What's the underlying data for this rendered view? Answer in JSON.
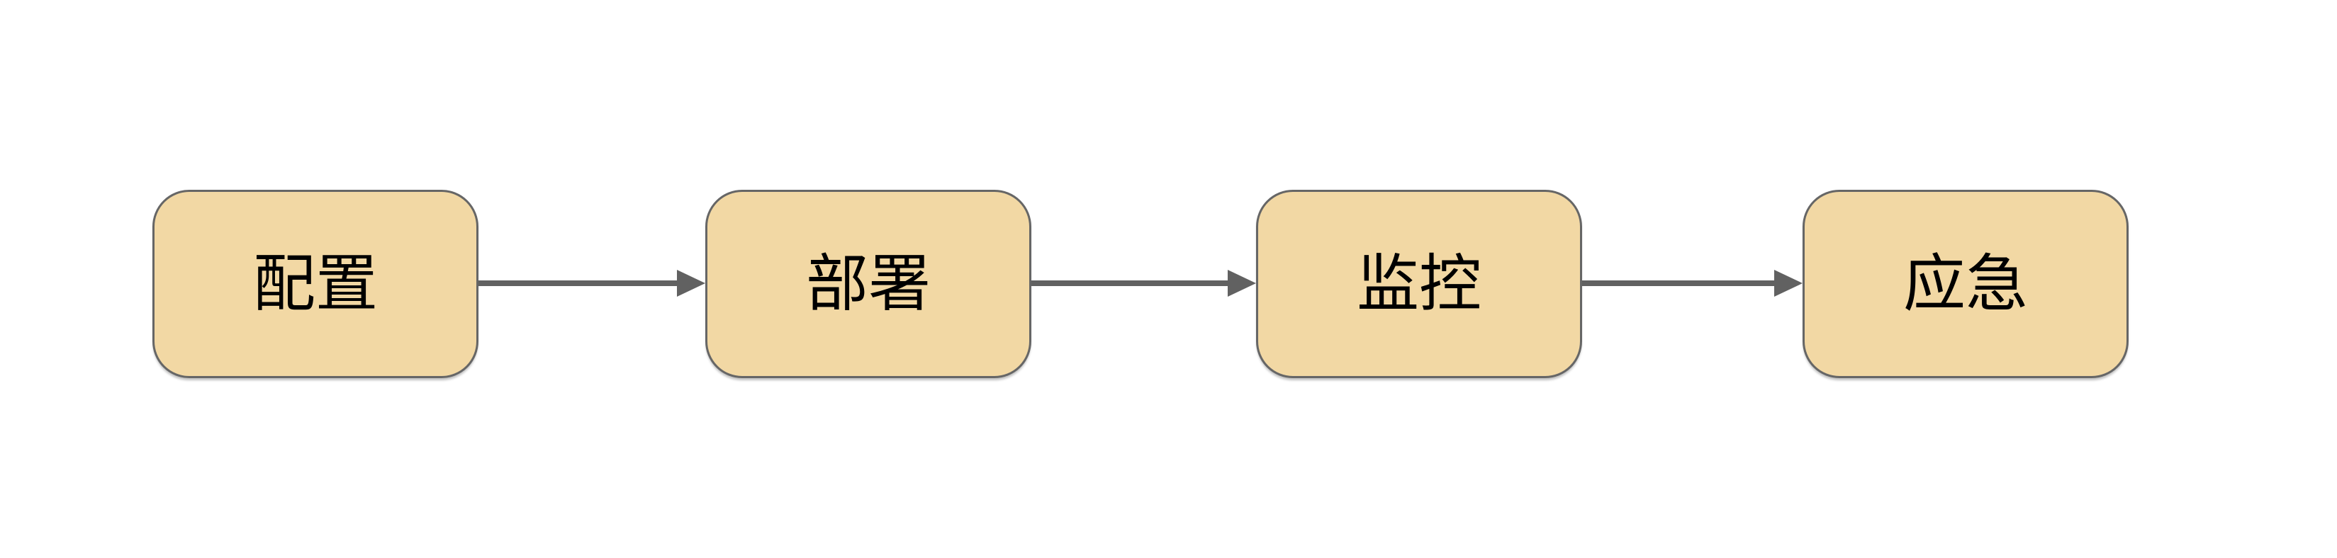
{
  "theme": {
    "background": "#ffffff",
    "node_fill": "#f2d8a4",
    "node_border": "#666666",
    "arrow_color": "#616161",
    "text_color": "#000000"
  },
  "flowchart": {
    "type": "flow",
    "direction": "left-to-right",
    "nodes": [
      {
        "id": "config",
        "label": "配置"
      },
      {
        "id": "deploy",
        "label": "部署"
      },
      {
        "id": "monitor",
        "label": "监控"
      },
      {
        "id": "emergency",
        "label": "应急"
      }
    ],
    "edges": [
      {
        "from": "配置",
        "to": "部署"
      },
      {
        "from": "部署",
        "to": "监控"
      },
      {
        "from": "监控",
        "to": "应急"
      }
    ]
  }
}
